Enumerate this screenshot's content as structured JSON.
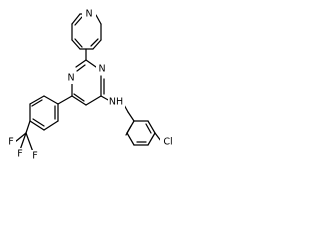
{
  "molecule": {
    "atoms": {
      "pyridine_n": "N",
      "pyrimidine_n1": "N",
      "pyrimidine_n3": "N",
      "amine_nh": "NH",
      "chlorine": "Cl",
      "f1": "F",
      "f2": "F",
      "f3": "F"
    }
  }
}
